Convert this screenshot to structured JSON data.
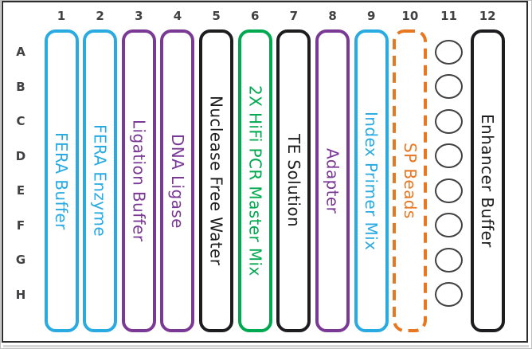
{
  "plate": {
    "column_headers": [
      "1",
      "2",
      "3",
      "4",
      "5",
      "6",
      "7",
      "8",
      "9",
      "10",
      "11",
      "12"
    ],
    "row_headers": [
      "A",
      "B",
      "C",
      "D",
      "E",
      "F",
      "G",
      "H"
    ],
    "colors": {
      "cyan": "#29abe2",
      "purple": "#7b3996",
      "black": "#1d1d1f",
      "green": "#00a84f",
      "orange": "#e87722",
      "well_outline": "#414042",
      "header_text": "#414042",
      "border": "#2d2d2d"
    },
    "columns": [
      {
        "number": "1",
        "label": "FERA Buffer",
        "color_key": "cyan",
        "outline": "solid"
      },
      {
        "number": "2",
        "label": "FERA Enzyme",
        "color_key": "cyan",
        "outline": "solid"
      },
      {
        "number": "3",
        "label": "Ligation Buffer",
        "color_key": "purple",
        "outline": "solid"
      },
      {
        "number": "4",
        "label": "DNA Ligase",
        "color_key": "purple",
        "outline": "solid"
      },
      {
        "number": "5",
        "label": "Nuclease Free Water",
        "color_key": "black",
        "outline": "solid"
      },
      {
        "number": "6",
        "label": "2X HiFi PCR Master Mix",
        "color_key": "green",
        "outline": "solid"
      },
      {
        "number": "7",
        "label": "TE Solution",
        "color_key": "black",
        "outline": "solid"
      },
      {
        "number": "8",
        "label": "Adapter",
        "color_key": "purple",
        "outline": "solid"
      },
      {
        "number": "9",
        "label": "Index Primer Mix",
        "color_key": "cyan",
        "outline": "solid"
      },
      {
        "number": "10",
        "label": "SP Beads",
        "color_key": "orange",
        "outline": "dashed"
      },
      {
        "number": "11",
        "label": "",
        "color_key": "well_outline",
        "type": "wells",
        "well_count": 8
      },
      {
        "number": "12",
        "label": "Enhancer Buffer",
        "color_key": "black",
        "outline": "solid"
      }
    ]
  }
}
